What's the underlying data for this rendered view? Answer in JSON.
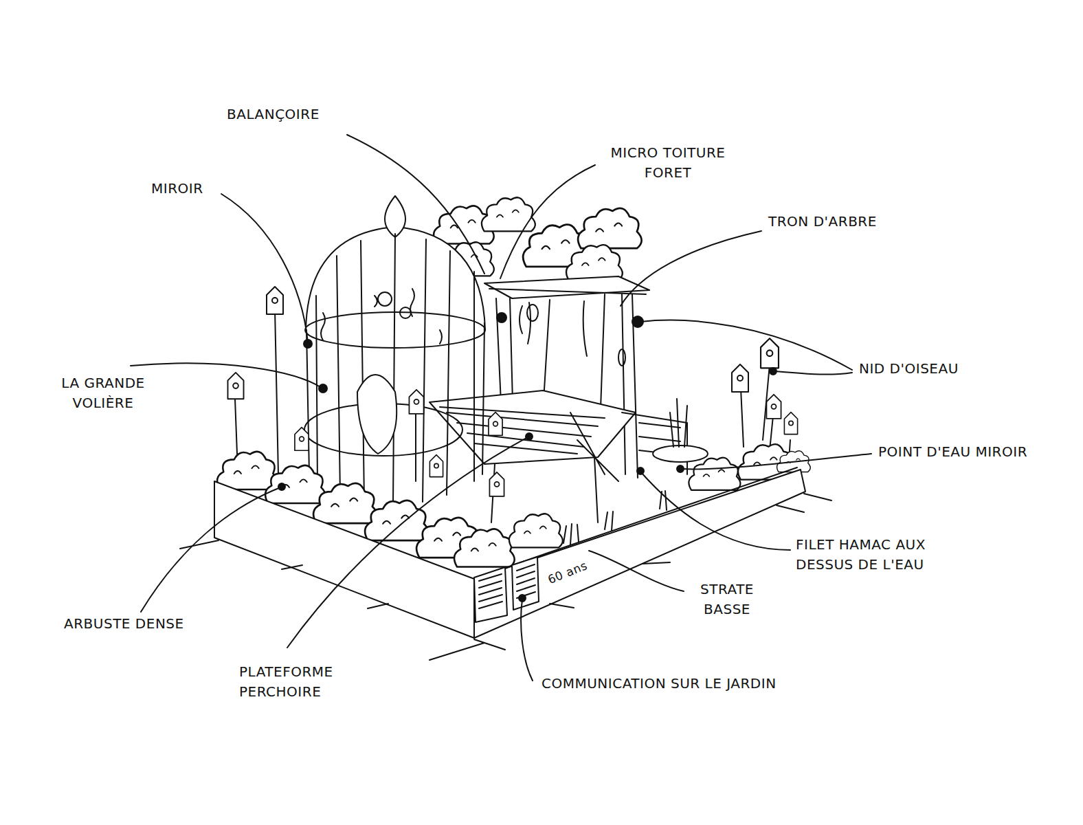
{
  "diagram": {
    "labels": [
      "BALANÇOIRE",
      "MICRO TOITURE FORET",
      "MIROIR",
      "TRON D'ARBRE",
      "NID D'OISEAU",
      "LA GRANDE VOLIÈRE",
      "POINT D'EAU MIROIR",
      "FILET HAMAC AUX DESSUS DE L'EAU",
      "STRATE BASSE",
      "60 ans",
      "ARBUSTE DENSE",
      "COMMUNICATION SUR LE JARDIN",
      "PLATEFORME PERCHOIRE"
    ]
  }
}
